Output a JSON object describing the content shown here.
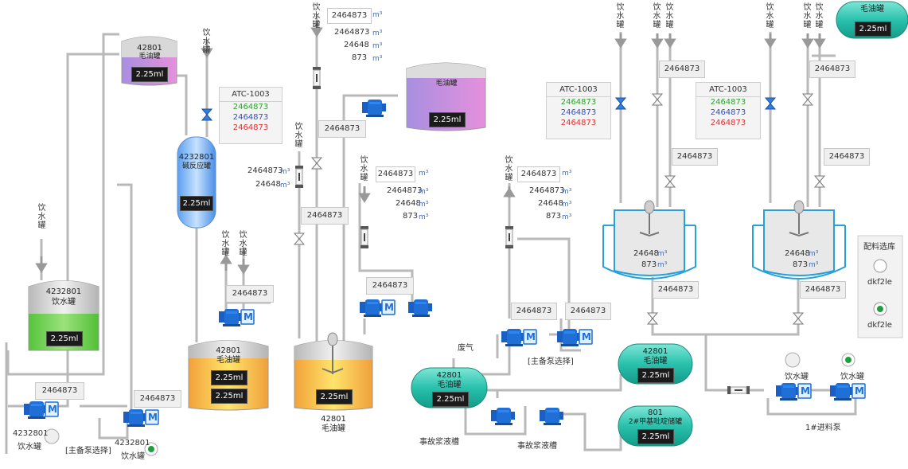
{
  "colors": {
    "pipe": "#b9b9b9",
    "pump": "#1f6fd6",
    "atc_green": "#2aa52a",
    "atc_blue": "#2b4fd8",
    "atc_red": "#e03030",
    "unit": "#3a6fd0"
  },
  "tanks": {
    "t_top_left": {
      "id": "42801",
      "name": "毛油罐",
      "level": "2.25ml"
    },
    "t_reactor": {
      "id": "4232801",
      "name": "碱反应罐",
      "level": "2.25ml"
    },
    "t_water_left": {
      "id": "4232801",
      "name": "饮水罐",
      "level": "2.25ml"
    },
    "t_mid": {
      "id": "42801",
      "name": "毛油罐",
      "level1": "2.25ml",
      "level2": "2.25ml"
    },
    "t_mixer": {
      "level": "2.25ml",
      "id": "42801",
      "name": "毛油罐"
    },
    "t_top_center": {
      "name": "毛油罐",
      "level": "2.25ml"
    },
    "t_horizontal": {
      "id": "42801",
      "name": "毛油罐",
      "level": "2.25ml"
    },
    "t_right1": {
      "id": "42801",
      "name": "毛油罐",
      "level": "2.25ml"
    },
    "t_right2": {
      "id": "801",
      "name": "2#甲基吡啶储罐",
      "level": "2.25ml"
    },
    "t_corner": {
      "name": "毛油罐",
      "level": "2.25ml"
    }
  },
  "atc": [
    {
      "title": "ATC-1003",
      "v1": "2464873",
      "v2": "2464873",
      "v3": "2464873"
    },
    {
      "title": "ATC-1003",
      "v1": "2464873",
      "v2": "2464873",
      "v3": "2464873"
    },
    {
      "title": "ATC-1003",
      "v1": "2464873",
      "v2": "2464873",
      "v3": "2464873"
    }
  ],
  "value": "2464873",
  "flow": {
    "box": "2464873",
    "r1": "2464873",
    "r2": "24648",
    "r3": "873",
    "unit": "m³"
  },
  "reactors": {
    "r1": {
      "a": "24648",
      "b": "873",
      "unit": "m³"
    },
    "r2": {
      "a": "24648",
      "b": "873",
      "unit": "m³"
    }
  },
  "misc": {
    "water_tank": "饮水罐",
    "water_tank_v": "饮水罐",
    "pump_select": "[主备泵选择]",
    "waste_gas": "废气",
    "accident_tank": "事故浆液槽",
    "feed_pump": "1#进料泵",
    "motor": "M",
    "lib_title": "配料选库",
    "lib_opt1": "dkf2le",
    "lib_opt2": "dkf2le",
    "left_id1": "4232801",
    "left_id2": "4232801"
  }
}
